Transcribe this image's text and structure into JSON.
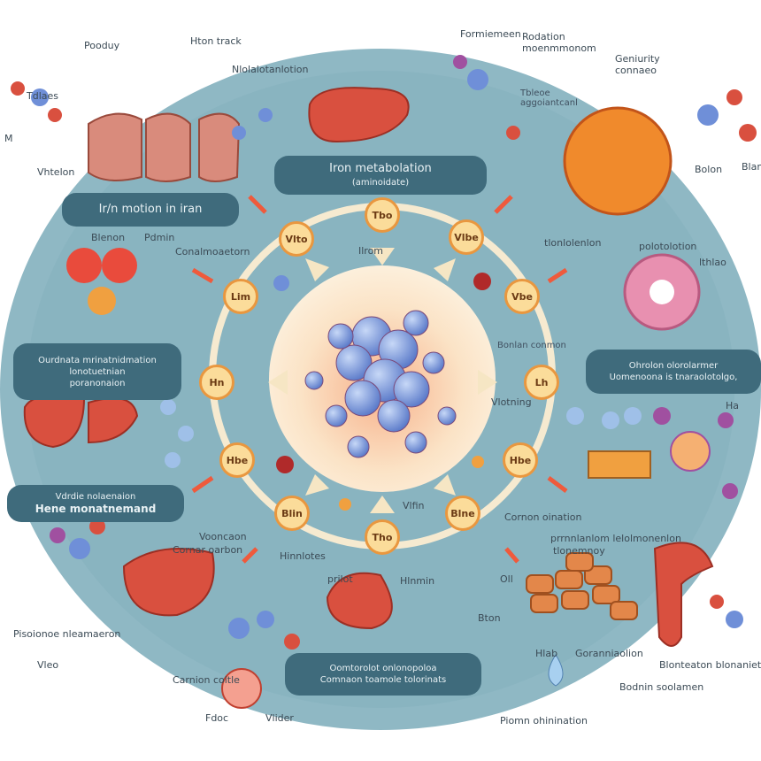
{
  "title": "Iron metabolation",
  "subtitle": "(aminoidate)",
  "boxes": {
    "top_left": "Ir/n motion in iran",
    "left_mid": [
      "Ourdnata mrinatnidmation",
      "lonotuetnian",
      "poranonaion"
    ],
    "left_low": [
      "Vdrdie nolaenaion",
      "Hene monatnemand"
    ],
    "right_mid": [
      "Ohrolon olorolarmer",
      "Uomenoona is tnaraolotolgo,"
    ],
    "bottom": [
      "Oomtorolot onlonopoloa",
      "Comnaon toamole tolorinats"
    ]
  },
  "nodes": [
    "Tbo",
    "Vlbe",
    "Vbe",
    "Lh",
    "Hbe",
    "Blne",
    "Tho",
    "Blin",
    "Hbe",
    "Hn",
    "Lim",
    "Vlto"
  ],
  "labels": {
    "top": [
      "Pooduy",
      "Hton track",
      "Nlolalotanlotion",
      "Formiemeen",
      "Rodation moenmmonom",
      "Geniurity connaeo",
      "Tbleoe aggoiantcanl"
    ],
    "left": [
      "Tdlaes",
      "M",
      "Vhtelon",
      "Blenon",
      "Pdmin",
      "Conalmoaetorn"
    ],
    "right": [
      "Blan",
      "Bolon",
      "tlonlolenlon",
      "polotolotion",
      "lthlao",
      "Ha"
    ],
    "inner": [
      "Ilrom",
      "Bonlan conmon",
      "Vlotning",
      "Vlfin",
      "Hinnlotes",
      "Hlnmin",
      "prilot",
      "Vooncaon"
    ],
    "bottom": [
      "Cornar oarbon",
      "Cornon oination",
      "prrnnlanlom lelolmonenlon",
      "tlonemnoy",
      "Oll",
      "Bton",
      "Hlab",
      "Goranniaolion",
      "Piomn ohinination",
      "Bodnin soolamen",
      "Pisoionoe nleamaeron",
      "Vleo",
      "Carnion coltle",
      "Fdoc",
      "Vlider",
      "Blonteaton blonanietorn"
    ]
  },
  "colors": {
    "background_ellipse": "#8fb8c4",
    "center_circle": "#fdf0d8",
    "node_fill": "#fbdc9a",
    "node_border": "#e9973f",
    "arrow": "#ef5a3c",
    "organ": "#d9503f",
    "molecule": "#6f8fd8",
    "box": "#3f6b7c"
  }
}
